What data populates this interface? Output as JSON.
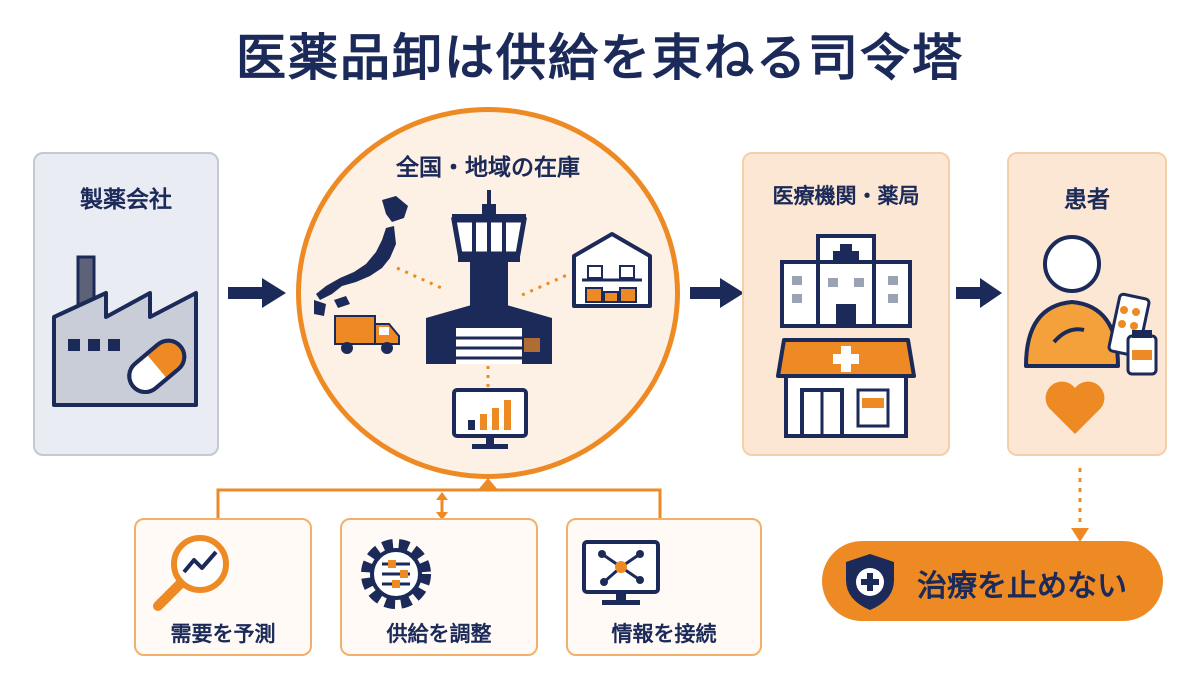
{
  "title": "医薬品卸は供給を束ねる司令塔",
  "colors": {
    "navy": "#1b2a59",
    "orange": "#ee8a23",
    "light_orange": "#fbe7d3",
    "gray": "#e9ecf3"
  },
  "nodes": {
    "manufacturer": {
      "label": "製薬会社",
      "icon": "factory-icon"
    },
    "hub": {
      "label": "全国・地域の在庫",
      "icon": "control-tower-icon"
    },
    "medical": {
      "label": "医療機関・薬局",
      "icon": "hospital-icon"
    },
    "patient": {
      "label": "患者",
      "icon": "patient-icon"
    }
  },
  "functions": [
    {
      "label": "需要を予測",
      "icon": "magnifier-chart-icon"
    },
    {
      "label": "供給を調整",
      "icon": "gear-sliders-icon"
    },
    {
      "label": "情報を接続",
      "icon": "network-monitor-icon"
    }
  ],
  "outcome": {
    "label": "治療を止めない",
    "icon": "shield-plus-icon"
  }
}
